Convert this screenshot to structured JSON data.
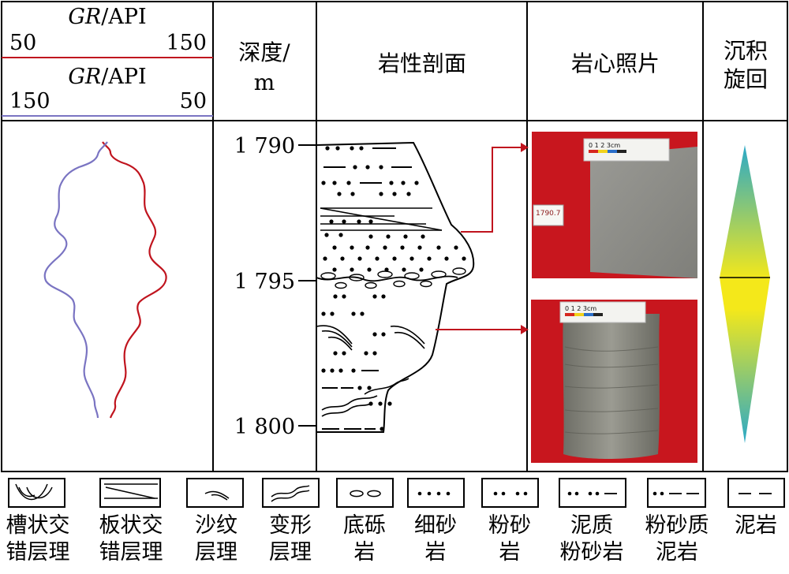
{
  "header": {
    "gr_curve_1": {
      "label_italic": "GR",
      "label_rest": "/API",
      "min": "50",
      "max": "150",
      "color": "#c0141e"
    },
    "gr_curve_2": {
      "label_italic": "GR",
      "label_rest": "/API",
      "min": "150",
      "max": "50",
      "color": "#7a74c2"
    },
    "depth_line1": "深度/",
    "depth_line2": "m",
    "lithology": "岩性剖面",
    "core_photo": "岩心照片",
    "cycle_line1": "沉积",
    "cycle_line2": "旋回"
  },
  "depth_ticks": [
    "1 790",
    "1 795",
    "1 800"
  ],
  "core_photos": [
    {
      "scale_text": "0  1  2  3cm",
      "tag_text": "1790.7"
    },
    {
      "scale_text": "0  1  2  3cm"
    }
  ],
  "legend": [
    {
      "icon": "trough-cross-bedding-icon",
      "line1": "槽状交",
      "line2": "错层理"
    },
    {
      "icon": "tabular-cross-bedding-icon",
      "line1": "板状交",
      "line2": "错层理"
    },
    {
      "icon": "ripple-bedding-icon",
      "line1": "沙纹",
      "line2": "层理"
    },
    {
      "icon": "deformation-bedding-icon",
      "line1": "变形",
      "line2": "层理"
    },
    {
      "icon": "basal-conglomerate-icon",
      "line1": "底砾",
      "line2": "岩"
    },
    {
      "icon": "fine-sandstone-icon",
      "line1": "细砂",
      "line2": "岩"
    },
    {
      "icon": "siltstone-icon",
      "line1": "粉砂",
      "line2": "岩"
    },
    {
      "icon": "muddy-siltstone-icon",
      "line1": "泥质",
      "line2": "粉砂岩"
    },
    {
      "icon": "silty-mudstone-icon",
      "line1": "粉砂质",
      "line2": "泥岩"
    },
    {
      "icon": "mudstone-icon",
      "line1": "泥岩",
      "line2": ""
    }
  ],
  "colors": {
    "cycle_top": "#2aa9c8",
    "cycle_mid": "#f2e21a",
    "arrow": "#c0141e",
    "photo_bg": "#c8161e"
  }
}
